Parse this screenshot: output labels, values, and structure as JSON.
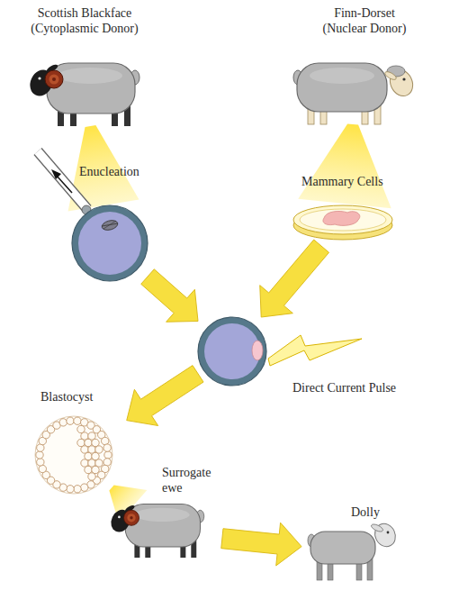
{
  "diagram": {
    "nodes": [
      {
        "text": [
          "Scottish Blackface (Cytoplasmic Donor)"
        ]
      },
      {
        "text": [
          "Finn-Dorset (Nuclear Donor)"
        ]
      },
      {
        "text": [
          "Enucleation"
        ]
      },
      {
        "text": [
          "Mammary Cells"
        ]
      },
      {
        "text": [
          "Direct Current Pulse"
        ]
      },
      {
        "text": [
          "Blastocyst"
        ]
      },
      {
        "text": [
          "Surrogate ewe"
        ]
      },
      {
        "text": [
          "Dolly"
        ]
      }
    ],
    "edges": [
      {
        "from": 0,
        "to": 2,
        "arrow": "none"
      },
      {
        "from": 1,
        "to": 3,
        "arrow": "none"
      },
      {
        "from": 2,
        "to": 4,
        "arrow": "to"
      },
      {
        "from": 3,
        "to": 4,
        "arrow": "to"
      },
      {
        "from": 4,
        "to": 5,
        "arrow": "to"
      },
      {
        "from": 5,
        "to": 6,
        "arrow": "none"
      },
      {
        "from": 6,
        "to": 7,
        "arrow": "to"
      }
    ]
  }
}
